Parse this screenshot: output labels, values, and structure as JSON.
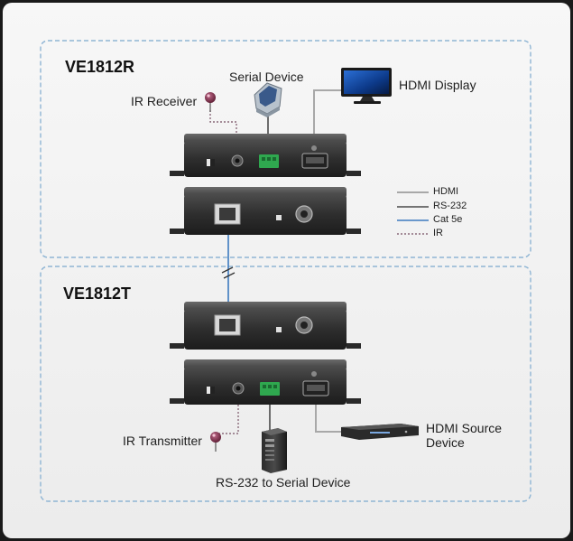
{
  "receiver": {
    "title": "VE1812R",
    "labels": {
      "ir_receiver": "IR Receiver",
      "serial_device": "Serial Device",
      "hdmi_display": "HDMI Display"
    }
  },
  "transmitter": {
    "title": "VE1812T",
    "labels": {
      "ir_transmitter": "IR Transmitter",
      "rs232_serial": "RS-232 to Serial Device",
      "hdmi_source_line1": "HDMI Source",
      "hdmi_source_line2": "Device"
    }
  },
  "legend": {
    "items": [
      {
        "label": "HDMI",
        "color": "#a8a8a8",
        "style": "solid"
      },
      {
        "label": "RS-232",
        "color": "#4a4a4a",
        "style": "solid"
      },
      {
        "label": "Cat 5e",
        "color": "#3d7bbf",
        "style": "solid"
      },
      {
        "label": "IR",
        "color": "#8a6a7a",
        "style": "dotted"
      }
    ]
  },
  "colors": {
    "frame": "#8fb5d4",
    "device_body": "#3a3a3a",
    "panel_bg": "#f4f4f4",
    "ir_bulb": "#7a2a45",
    "terminal_block": "#2fa84f"
  }
}
